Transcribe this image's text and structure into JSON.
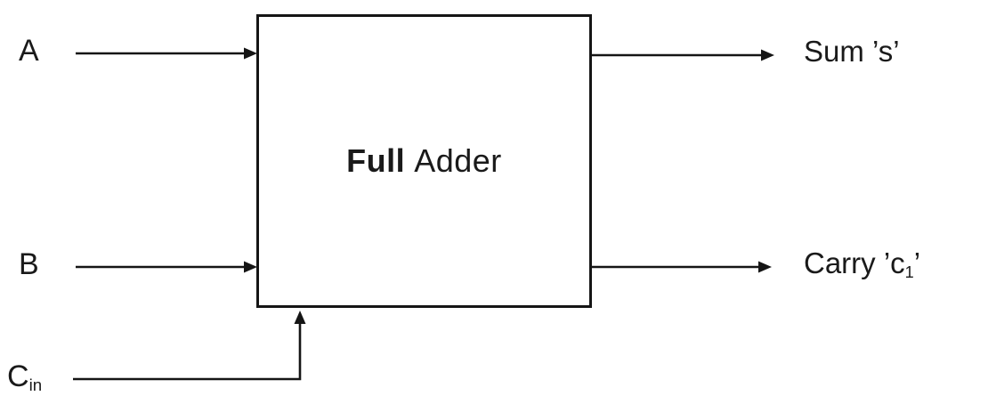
{
  "diagram": {
    "type": "block-diagram",
    "subject": "Full Adder",
    "block_label": "Full Adder",
    "inputs": [
      "A",
      "B",
      "Cin"
    ],
    "outputs": [
      "Sum ’s’",
      "Carry ’c1’"
    ],
    "colors": {
      "line": "#151515",
      "text": "#1a1a1a",
      "background": "#ffffff"
    }
  },
  "labels": {
    "title_bold": "Full",
    "title_rest": "Adder",
    "input_a": "A",
    "input_b": "B",
    "carry_in_base": "C",
    "carry_in_sub": "in",
    "sum_out": "Sum ’s’",
    "carry_out_base": "Carry ’c",
    "carry_out_sub": "1",
    "carry_out_suffix": "’"
  }
}
